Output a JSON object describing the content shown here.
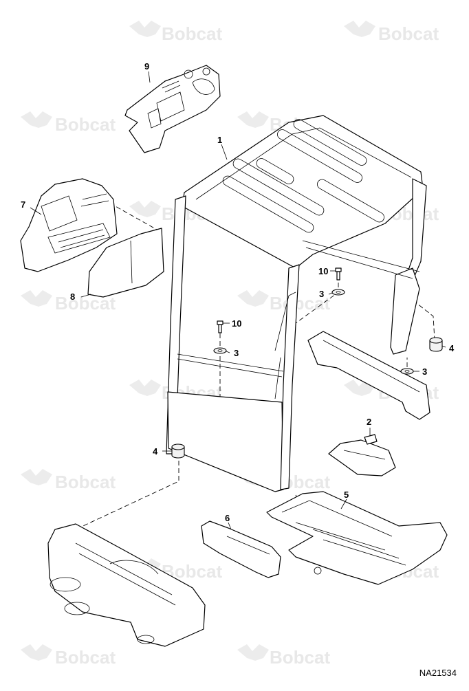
{
  "watermark": {
    "text": "Bobcat",
    "color": "#e8e8e8"
  },
  "reference_code": "NA21534",
  "callouts": [
    {
      "id": "c1",
      "label": "1"
    },
    {
      "id": "c2",
      "label": "2"
    },
    {
      "id": "c3a",
      "label": "3"
    },
    {
      "id": "c3b",
      "label": "3"
    },
    {
      "id": "c3c",
      "label": "3"
    },
    {
      "id": "c4a",
      "label": "4"
    },
    {
      "id": "c4b",
      "label": "4"
    },
    {
      "id": "c5",
      "label": "5"
    },
    {
      "id": "c6",
      "label": "6"
    },
    {
      "id": "c7",
      "label": "7"
    },
    {
      "id": "c8",
      "label": "8"
    },
    {
      "id": "c9",
      "label": "9"
    },
    {
      "id": "c10a",
      "label": "10"
    },
    {
      "id": "c10b",
      "label": "10"
    }
  ]
}
